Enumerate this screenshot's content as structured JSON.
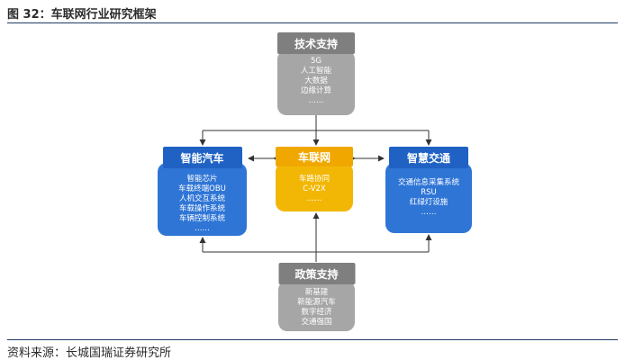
{
  "title": "图 32：车联网行业研究框架",
  "source": "资料来源：长城国瑞证券研究所",
  "nodes": {
    "tech": {
      "label": "技术支持",
      "items": [
        "5G",
        "人工智能",
        "大数据",
        "边缘计算",
        "……"
      ]
    },
    "smart_car": {
      "label": "智能汽车",
      "items": [
        "智能芯片",
        "车载终端OBU",
        "人机交互系统",
        "车载操作系统",
        "车辆控制系统",
        "……"
      ]
    },
    "iov": {
      "label": "车联网",
      "items": [
        "车路协同",
        "C-V2X",
        "……"
      ]
    },
    "smart_traffic": {
      "label": "智慧交通",
      "items": [
        "交通信息采集系统",
        "RSU",
        "红绿灯设施",
        "……"
      ]
    },
    "policy": {
      "label": "政策支持",
      "items": [
        "新基建",
        "新能源汽车",
        "数字经济",
        "交通强国",
        "……"
      ]
    }
  },
  "colors": {
    "gray": "#a6a6a6",
    "blue": "#2f75d6",
    "yellow": "#f2b705",
    "rule": "#1f3a68"
  }
}
